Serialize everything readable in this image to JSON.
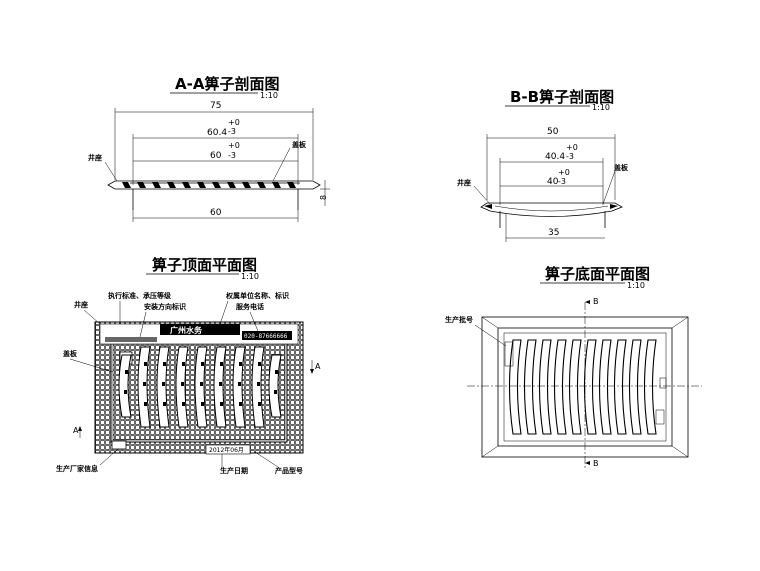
{
  "sections": {
    "aa": {
      "title": "A-A箅子剖面图",
      "scale": "1:10",
      "dim_total": "75",
      "dim_upper": "60.4",
      "dim_middle": "60",
      "dim_bottom": "60",
      "tol_plus": "+0",
      "tol_minus": "-3",
      "side_dim": "8",
      "label_left": "井座",
      "label_right": "盖板"
    },
    "bb": {
      "title": "B-B箅子剖面图",
      "scale": "1:10",
      "dim_total": "50",
      "dim_upper": "40.4",
      "dim_middle": "40",
      "dim_bottom": "35",
      "tol_plus": "+0",
      "tol_minus": "-3",
      "label_left": "井座",
      "label_right": "盖板"
    },
    "top": {
      "title": "箅子顶面平面图",
      "scale": "1:10",
      "labels": {
        "jingzuo": "井座",
        "zhixing": "执行标准、承压等级",
        "anzhuang": "安装方向标识",
        "quanshu": "权属单位名称、标识",
        "fuwu": "服务电话",
        "gaiban": "盖板",
        "changjia": "生产厂家信息",
        "riqi": "生产日期",
        "xinghao": "产品型号"
      },
      "plate_brand": "广州水务",
      "plate_phone": "020-87666666",
      "plate_date": "2012年06月",
      "marker_a": "A"
    },
    "bottom": {
      "title": "箅子底面平面图",
      "scale": "1:10",
      "label_lot": "生产批号",
      "marker_b": "B"
    }
  }
}
